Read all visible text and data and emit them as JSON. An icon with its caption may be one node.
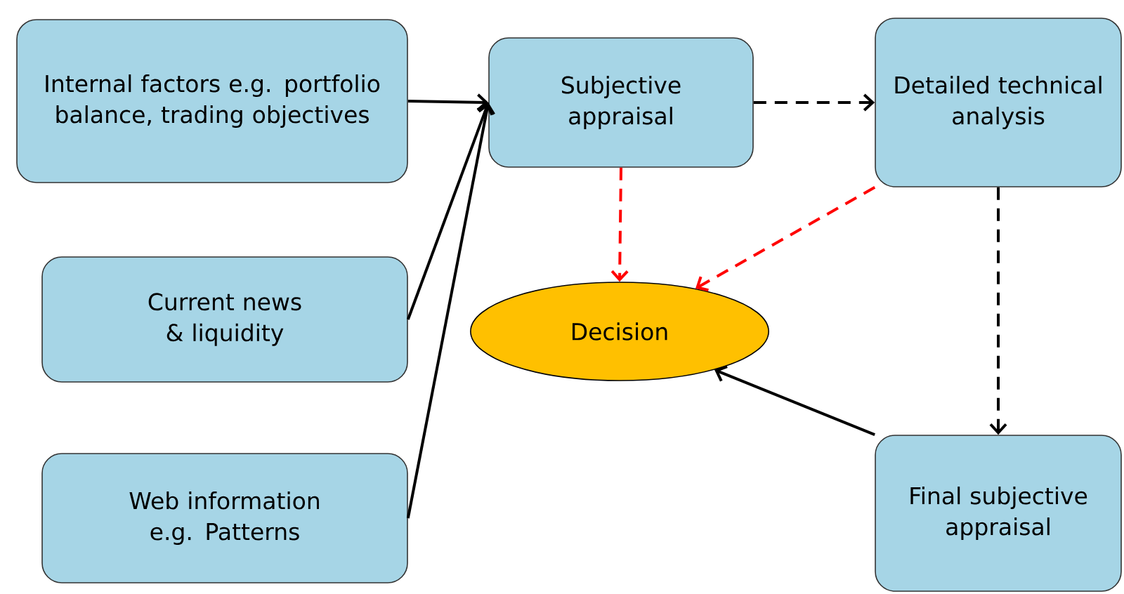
{
  "diagram": {
    "nodes": [
      {
        "text": [
          "Internal factors e.g. portfolio balance, trading objectives"
        ]
      },
      {
        "text": [
          "Current news & liquidity"
        ]
      },
      {
        "text": [
          "Web information e.g. Patterns"
        ]
      },
      {
        "text": [
          "Subjective appraisal"
        ]
      },
      {
        "text": [
          "Detailed technical analysis"
        ]
      },
      {
        "text": [
          "Decision"
        ]
      },
      {
        "text": [
          "Final subjective appraisal"
        ]
      }
    ],
    "edges": [
      {
        "from": 0,
        "to": 3,
        "arrow": "to"
      },
      {
        "from": 1,
        "to": 3,
        "arrow": "to"
      },
      {
        "from": 2,
        "to": 3,
        "arrow": "to"
      },
      {
        "from": 3,
        "to": 4,
        "arrow": "to",
        "style": "dashed"
      },
      {
        "from": 3,
        "to": 5,
        "arrow": "to",
        "style": "dashed",
        "color": "#ff0000"
      },
      {
        "from": 4,
        "to": 5,
        "arrow": "to",
        "style": "dashed",
        "color": "#ff0000"
      },
      {
        "from": 4,
        "to": 6,
        "arrow": "to",
        "style": "dashed"
      },
      {
        "from": 6,
        "to": 5,
        "arrow": "to"
      }
    ]
  }
}
